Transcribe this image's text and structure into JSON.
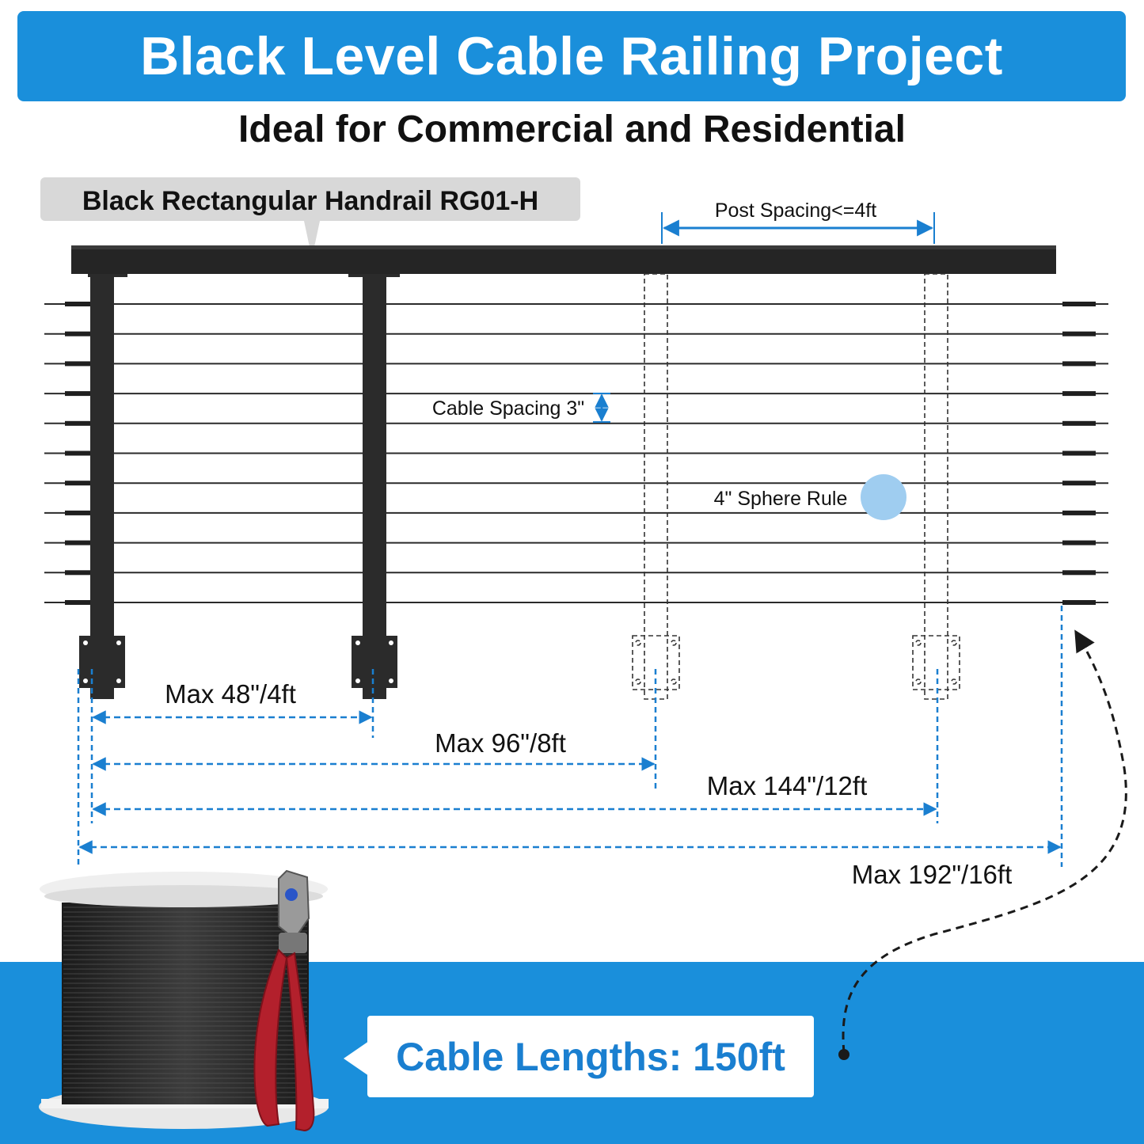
{
  "title": "Black Level Cable Railing Project",
  "subtitle": "Ideal for Commercial and Residential",
  "handrail_label": "Black Rectangular Handrail RG01-H",
  "post_spacing_label": "Post Spacing<=4ft",
  "cable_spacing_label": "Cable Spacing 3\"",
  "sphere_rule_label": "4\" Sphere Rule",
  "dimensions": [
    {
      "label": "Max 48\"/4ft"
    },
    {
      "label": "Max 96\"/8ft"
    },
    {
      "label": "Max 144\"/12ft"
    },
    {
      "label": "Max 192\"/16ft"
    }
  ],
  "cable_length_label": "Cable Lengths: 150ft",
  "cable_count": 11,
  "colors": {
    "brand_blue": "#1a8fdb",
    "accent_blue": "#1a7fd0",
    "rail_black": "#2b2b2b",
    "sphere_fill": "#9fcdf0",
    "label_gray": "#d8d8d8",
    "cutter_red": "#b3202c"
  },
  "icons": [
    "cable-spool-icon",
    "cable-cutter-icon",
    "sphere-icon"
  ]
}
